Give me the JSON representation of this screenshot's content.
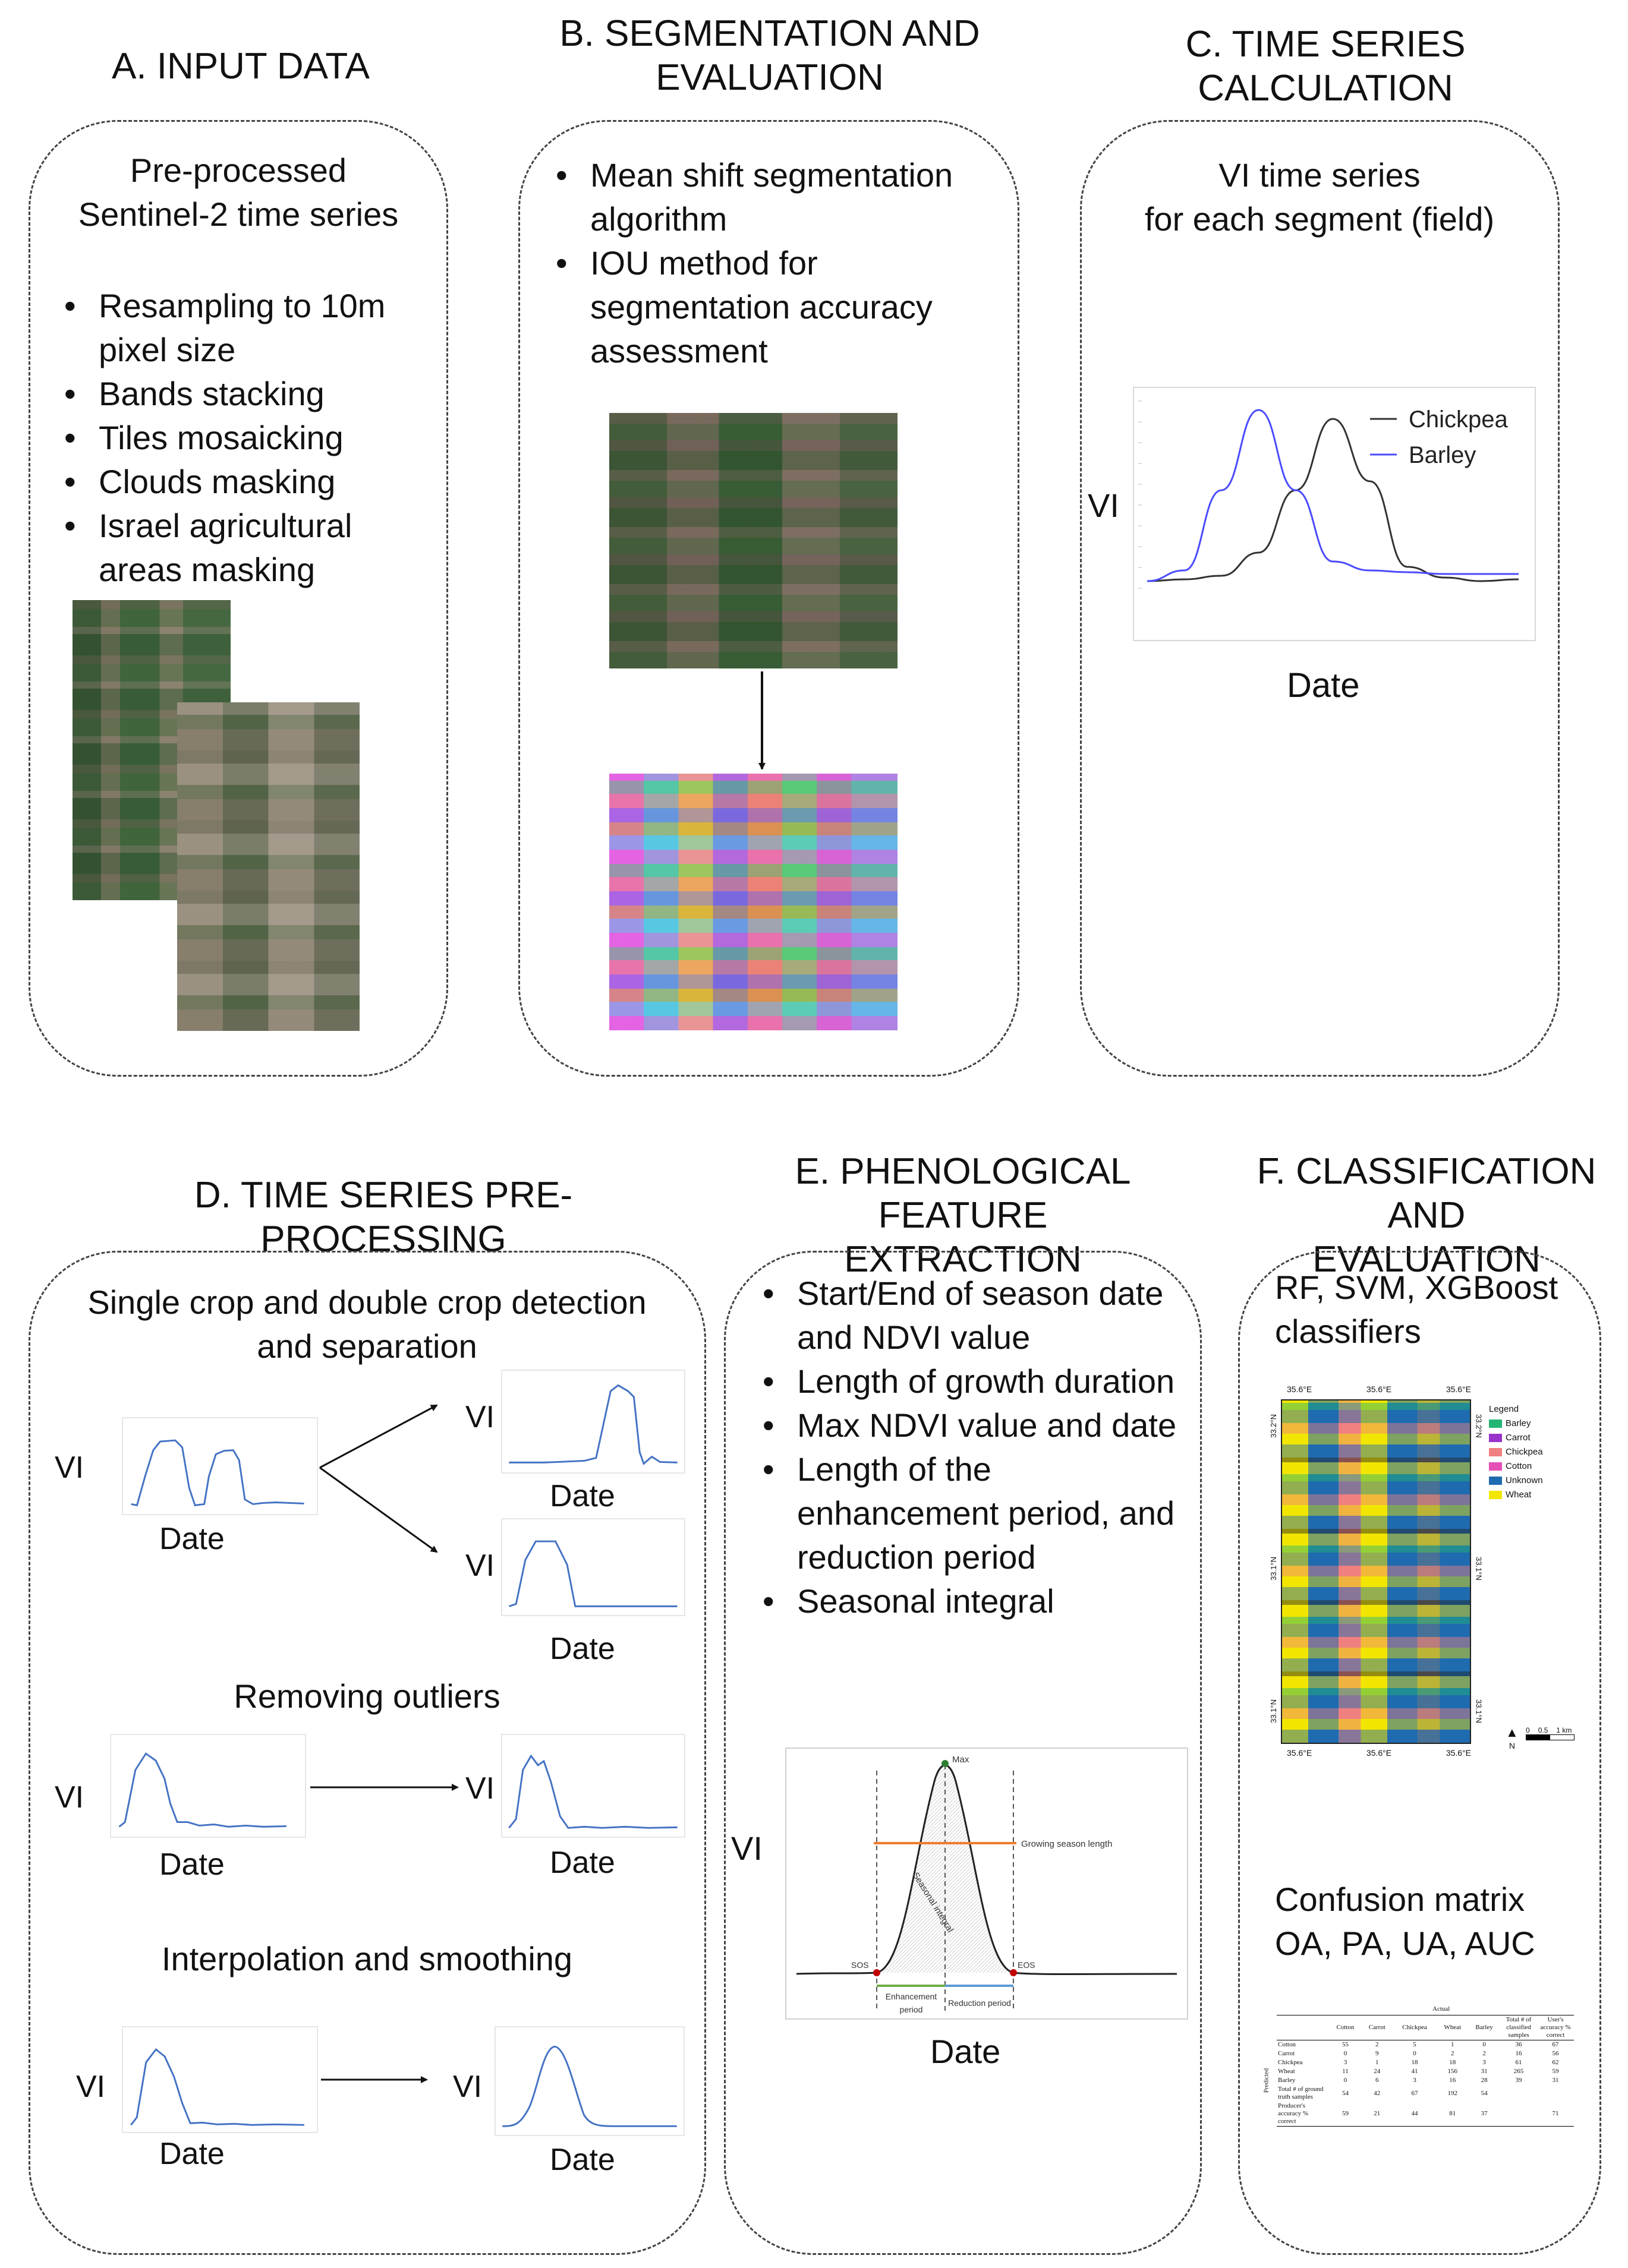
{
  "panels": {
    "a": {
      "title": [
        "A. INPUT DATA"
      ],
      "heading": [
        "Pre-processed",
        "Sentinel-2 time series"
      ],
      "items": [
        "Resampling to 10m pixel size",
        "Bands stacking",
        "Tiles mosaicking",
        "Clouds masking",
        "Israel agricultural areas masking"
      ]
    },
    "b": {
      "title": [
        "B. SEGMENTATION AND",
        "EVALUATION"
      ],
      "items": [
        "Mean shift segmentation algorithm",
        "IOU method for segmentation accuracy assessment"
      ]
    },
    "c": {
      "title": [
        "C. TIME SERIES",
        "CALCULATION"
      ],
      "heading": [
        "VI time series",
        "for each segment (field)"
      ],
      "y_label": "VI",
      "x_label": "Date",
      "legend": [
        "Chickpea",
        "Barley"
      ]
    },
    "d": {
      "title": [
        "D. TIME SERIES PRE-PROCESSING"
      ],
      "step1": [
        "Single crop and double crop detection",
        "and  separation"
      ],
      "step2": "Removing outliers",
      "step3": "Interpolation  and smoothing",
      "vi": "VI",
      "date": "Date"
    },
    "e": {
      "title": [
        "E. PHENOLOGICAL FEATURE",
        "EXTRACTION"
      ],
      "items": [
        "Start/End of season date and NDVI value",
        "Length of growth duration",
        "Max NDVI value and date",
        "Length of the enhancement period, and reduction period",
        "Seasonal integral"
      ],
      "y_label": "VI",
      "x_label": "Date",
      "annotations": {
        "max": "Max",
        "gsl": "Growing season length",
        "integral": "Seasonal integral",
        "sos": "SOS",
        "eos": "EOS",
        "enh": [
          "Enhancement",
          "period"
        ],
        "red": "Reduction period"
      }
    },
    "f": {
      "title": [
        "F. CLASSIFICATION AND",
        "EVALUATION"
      ],
      "heading": [
        "RF, SVM, XGBoost",
        "classifiers"
      ],
      "heading2": [
        "Confusion matrix",
        "OA, PA, UA, AUC"
      ],
      "map": {
        "legend_title": "Legend",
        "legend": [
          "Barley",
          "Carrot",
          "Chickpea",
          "Cotton",
          "Unknown",
          "Wheat"
        ],
        "top_ticks": [
          "35.6°E",
          "35.6°E",
          "35.6°E"
        ],
        "bottom_ticks": [
          "35.6°E",
          "35.6°E",
          "35.6°E"
        ],
        "left_ticks": [
          "33.2°N",
          "33.1°N",
          "33.1°N"
        ],
        "right_ticks": [
          "33.2°N",
          "33.1°N",
          "33.1°N"
        ],
        "scale": [
          "0",
          "0.5",
          "1 km"
        ],
        "north": "N"
      },
      "matrix": {
        "actual": "Actual",
        "predicted": "Predicted",
        "columns": [
          "Cotton",
          "Carrot",
          "Chickpea",
          "Wheat",
          "Barley",
          "Total # of classified samples",
          "User's accuracy % correct"
        ],
        "rows": [
          [
            "Cotton",
            "55",
            "2",
            "5",
            "1",
            "0",
            "36",
            "67"
          ],
          [
            "Carrot",
            "0",
            "9",
            "0",
            "2",
            "2",
            "16",
            "56"
          ],
          [
            "Chickpea",
            "3",
            "1",
            "18",
            "18",
            "3",
            "61",
            "62"
          ],
          [
            "Wheat",
            "11",
            "24",
            "41",
            "156",
            "31",
            "265",
            "59"
          ],
          [
            "Barley",
            "0",
            "6",
            "3",
            "16",
            "28",
            "39",
            "31"
          ],
          [
            "Total # of ground truth samples",
            "54",
            "42",
            "67",
            "192",
            "54",
            "",
            ""
          ],
          [
            "Producer's accuracy % correct",
            "59",
            "21",
            "44",
            "81",
            "37",
            "",
            "71"
          ]
        ]
      }
    }
  },
  "chart_data": [
    {
      "type": "line",
      "title": "",
      "ylabel": "VI",
      "xlabel": "Date",
      "grid": false,
      "legend": "top-right",
      "x": [
        0,
        0.1,
        0.2,
        0.3,
        0.4,
        0.5,
        0.6,
        0.7,
        0.8,
        0.9,
        1.0
      ],
      "series": [
        {
          "name": "Chickpea",
          "color": "#333333",
          "values": [
            0.04,
            0.05,
            0.07,
            0.2,
            0.55,
            0.95,
            0.6,
            0.12,
            0.06,
            0.04,
            0.05
          ]
        },
        {
          "name": "Barley",
          "color": "#4b4bff",
          "values": [
            0.04,
            0.1,
            0.55,
            1.0,
            0.55,
            0.15,
            0.1,
            0.09,
            0.08,
            0.08,
            0.08
          ]
        }
      ]
    }
  ],
  "colors": {
    "curve_blue": "#4472c4",
    "legend_barley": "#22b573",
    "legend_carrot": "#9933cc",
    "legend_chickpea": "#f08080",
    "legend_cotton": "#e64fb6",
    "legend_unknown": "#1f6bb0",
    "legend_wheat": "#f2e600"
  }
}
